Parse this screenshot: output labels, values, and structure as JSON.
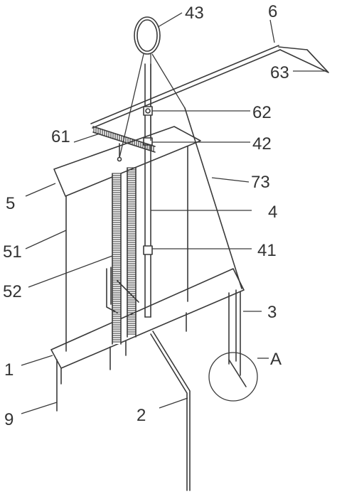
{
  "labels": {
    "l43": "43",
    "l6": "6",
    "l63": "63",
    "l62": "62",
    "l61": "61",
    "l42": "42",
    "l73": "73",
    "l5": "5",
    "l4": "4",
    "l51": "51",
    "l41": "41",
    "l52": "52",
    "l3": "3",
    "lA": "A",
    "l1": "1",
    "l9": "9",
    "l2": "2"
  }
}
